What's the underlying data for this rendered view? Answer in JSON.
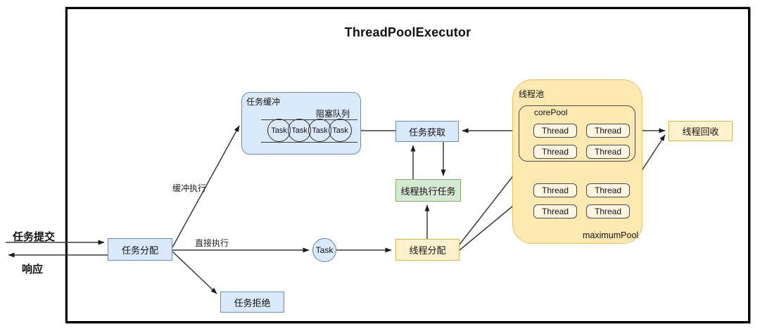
{
  "title": "ThreadPoolExecutor",
  "io": {
    "submit": "任务提交",
    "response": "响应"
  },
  "nodes": {
    "task_dispatch": "任务分配",
    "task_reject": "任务拒绝",
    "direct_task": "Task",
    "task_fetch": "任务获取",
    "thread_execute": "线程执行任务",
    "thread_dispatch": "线程分配",
    "thread_recycle": "线程回收"
  },
  "buffer": {
    "title": "任务缓冲",
    "queue_label": "阻塞队列",
    "tasks": [
      "Task",
      "Task",
      "Task",
      "Task"
    ]
  },
  "pool": {
    "title": "线程池",
    "core_label": "corePool",
    "max_label": "maximumPool",
    "core_threads": [
      "Thread",
      "Thread",
      "Thread",
      "Thread"
    ],
    "max_threads": [
      "Thread",
      "Thread",
      "Thread",
      "Thread"
    ]
  },
  "edges": {
    "buffer_exec": "缓冲执行",
    "direct_exec": "直接执行"
  },
  "colors": {
    "blue_fill": "#dae8fc",
    "blue_border": "#6c8ebf",
    "yellow_fill": "#fff2cc",
    "yellow_border": "#d6b656",
    "pool_fill": "#ffe9b3",
    "green_fill": "#d5e8d4",
    "green_border": "#82b366",
    "line": "#3a3a3a"
  }
}
